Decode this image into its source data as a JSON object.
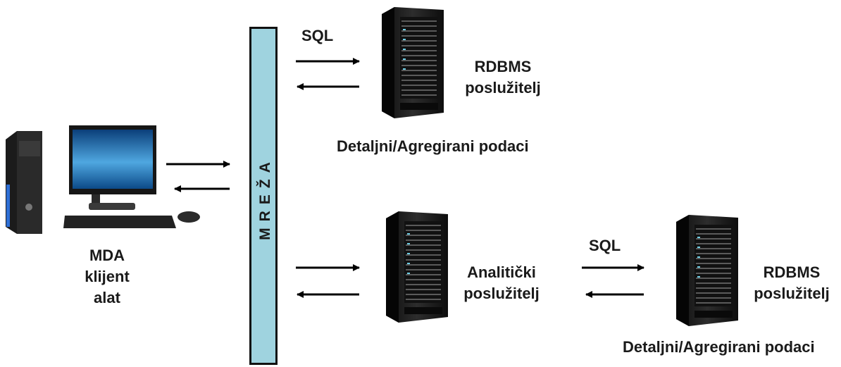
{
  "network": {
    "label": "MREŽA"
  },
  "client": {
    "line1": "MDA",
    "line2": "klijent",
    "line3": "alat"
  },
  "top_server": {
    "protocol": "SQL",
    "name_line1": "RDBMS",
    "name_line2": "poslužitelj",
    "caption": "Detaljni/Agregirani podaci"
  },
  "analytic_server": {
    "name_line1": "Analitički",
    "name_line2": "poslužitelj"
  },
  "bottom_server": {
    "protocol": "SQL",
    "name_line1": "RDBMS",
    "name_line2": "poslužitelj",
    "caption": "Detaljni/Agregirani podaci"
  },
  "colors": {
    "network_fill": "#9fd3df",
    "arrow": "#000000",
    "server_body": "#1c1c1c",
    "accent": "#6fd0e6"
  },
  "icons": [
    "desktop-computer-icon",
    "server-rack-icon"
  ]
}
